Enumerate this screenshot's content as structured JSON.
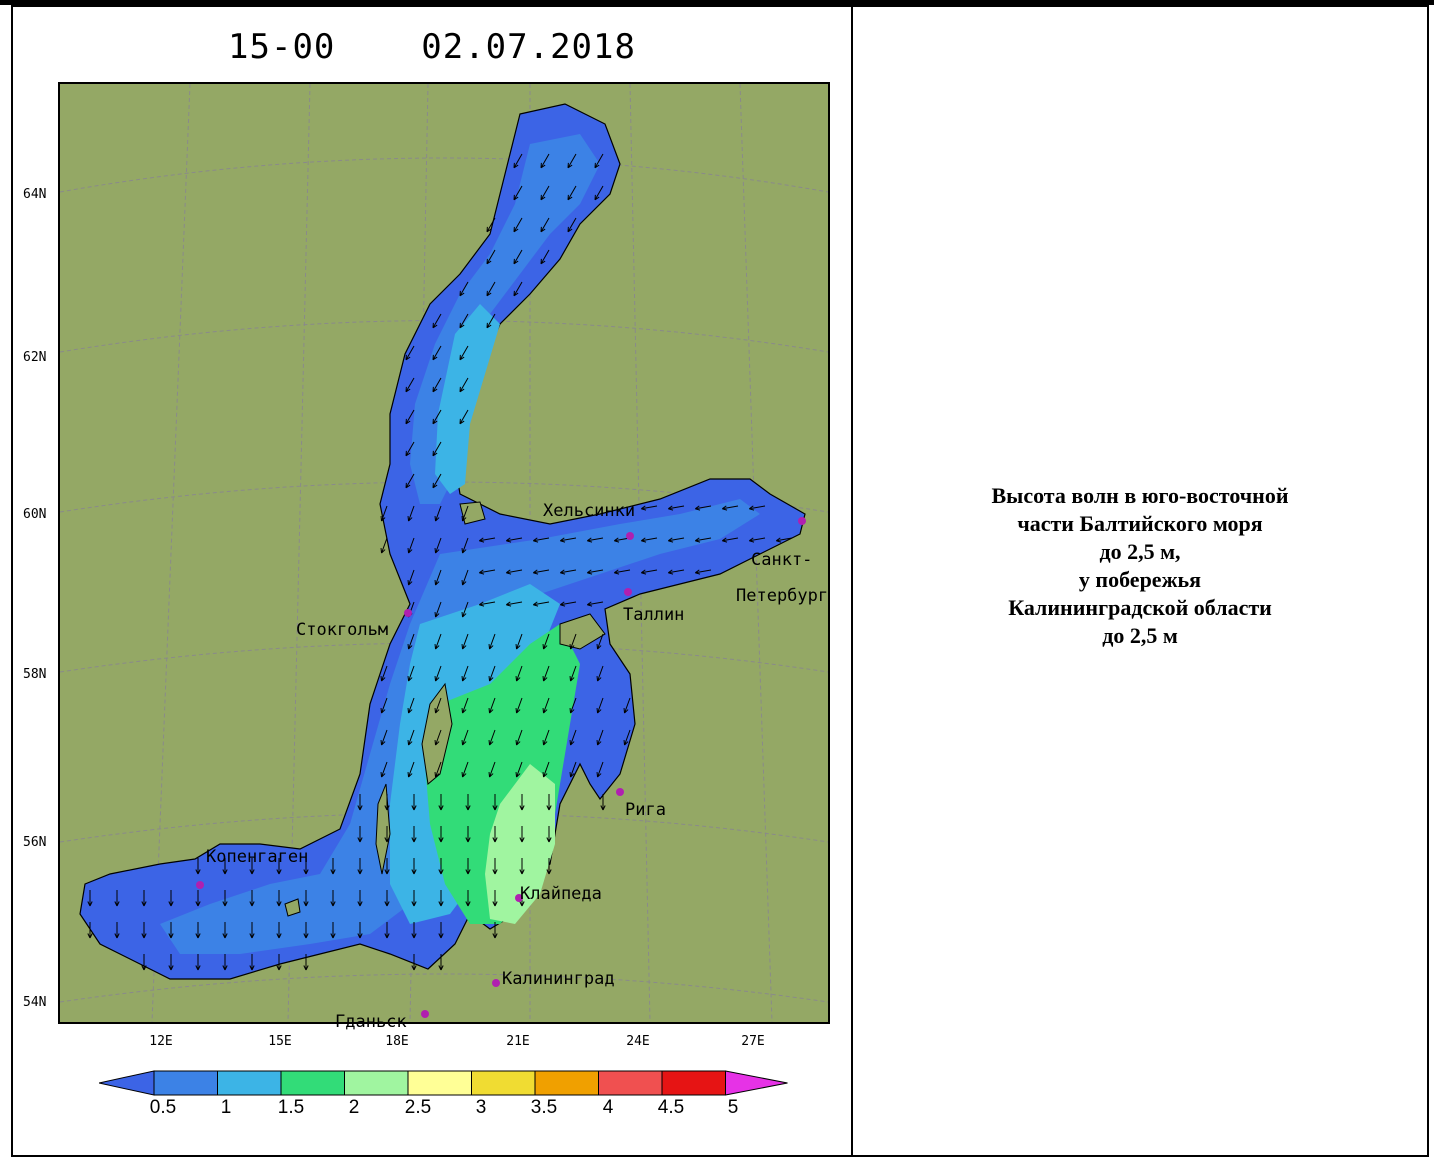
{
  "map": {
    "title": "15-00    02.07.2018",
    "colors": {
      "land": "#94a865",
      "grid": "#8a8a8a",
      "coast": "#000000"
    },
    "lat_labels": [
      "64N",
      "62N",
      "60N",
      "58N",
      "56N",
      "54N"
    ],
    "lon_labels": [
      "12E",
      "15E",
      "18E",
      "21E",
      "24E",
      "27E"
    ],
    "cities": [
      {
        "name": "Хельсинки"
      },
      {
        "name": "Санкт-"
      },
      {
        "name": "Петербург"
      },
      {
        "name": "Таллин"
      },
      {
        "name": "Стокгольм"
      },
      {
        "name": "Рига"
      },
      {
        "name": "Копенгаген"
      },
      {
        "name": "Клайпеда"
      },
      {
        "name": "Калининград"
      },
      {
        "name": "Гданьск"
      }
    ]
  },
  "legend": {
    "ticks": [
      "0.5",
      "1",
      "1.5",
      "2",
      "2.5",
      "3",
      "3.5",
      "4",
      "4.5",
      "5"
    ],
    "colors": [
      "#3c64e6",
      "#3c82e6",
      "#3cb4e6",
      "#32dc78",
      "#a0f5a0",
      "#ffff96",
      "#f0dc32",
      "#f0a000",
      "#f05050",
      "#e61414",
      "#e632e6"
    ]
  },
  "description": {
    "lines": [
      "Высота волн в юго-восточной",
      "части Балтийского моря",
      "до 2,5 м,",
      "у побережья",
      "Калининградской области",
      "до 2,5 м"
    ]
  }
}
